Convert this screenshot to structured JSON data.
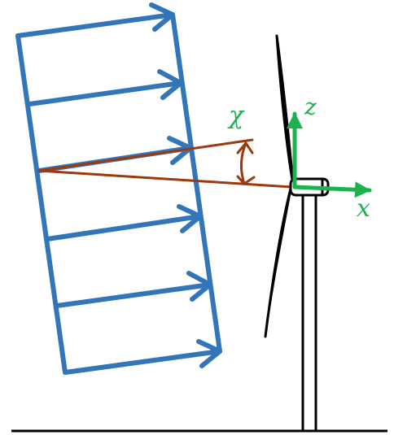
{
  "labels": {
    "angle": "χ",
    "axis_z": "z",
    "axis_x": "x"
  },
  "colors": {
    "wind": "#3375b9",
    "angle": "#9a3a0d",
    "axes": "#1db150",
    "turbine": "#000000",
    "ground": "#000000"
  }
}
